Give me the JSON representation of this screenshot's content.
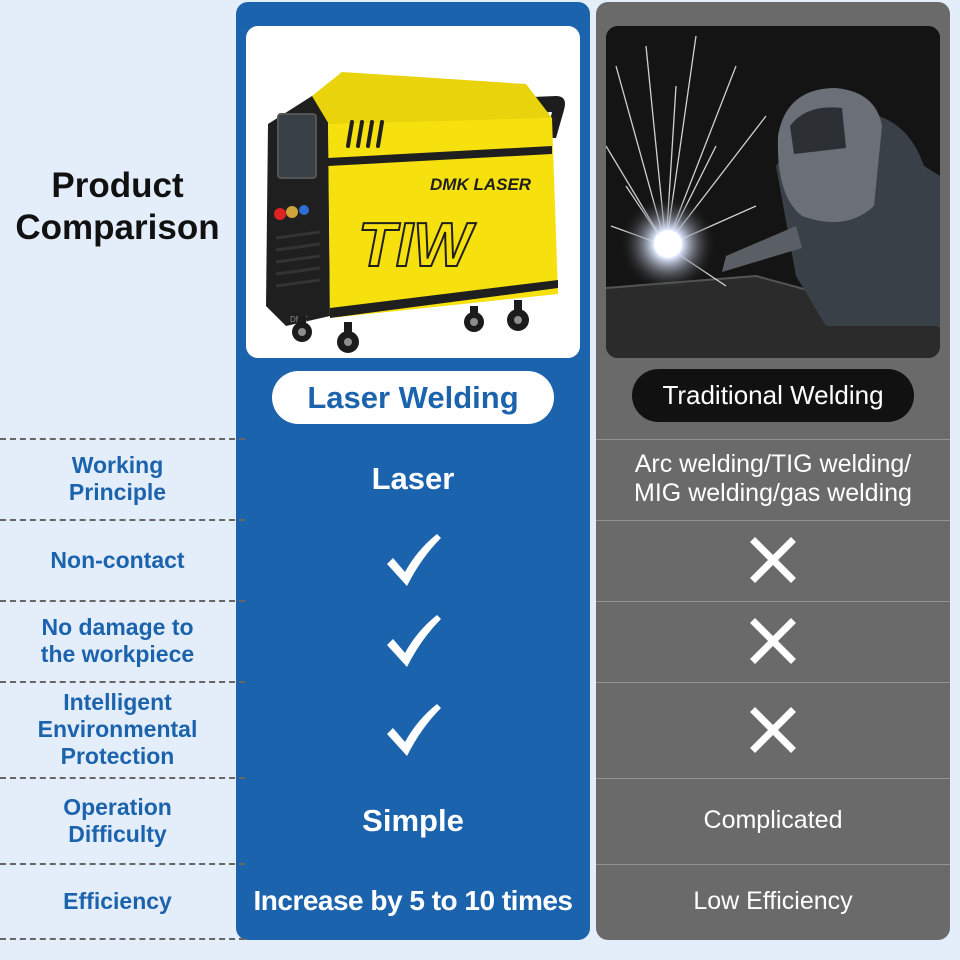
{
  "title": {
    "line1": "Product",
    "line2": "Comparison"
  },
  "columns": {
    "laser": {
      "label": "Laser Welding",
      "machine_brand": "DMK LASER",
      "machine_plate": "TIW",
      "machine_tag": "DMK"
    },
    "traditional": {
      "label": "Traditional Welding"
    }
  },
  "rows": [
    {
      "label": "Working Principle",
      "laser": "Laser",
      "traditional": "Arc welding/TIG welding/ MIG welding/gas welding"
    },
    {
      "label": "Non-contact",
      "laser_icon": "check-icon",
      "traditional_icon": "cross-icon"
    },
    {
      "label": "No damage to the workpiece",
      "laser_icon": "check-icon",
      "traditional_icon": "cross-icon"
    },
    {
      "label": "Intelligent Environmental Protection",
      "laser_icon": "check-icon",
      "traditional_icon": "cross-icon"
    },
    {
      "label": "Operation Difficulty",
      "laser": "Simple",
      "traditional": "Complicated"
    },
    {
      "label": "Efficiency",
      "laser": "Increase by 5 to 10 times",
      "traditional": "Low Efficiency"
    }
  ],
  "colors": {
    "background": "#e4eefb",
    "laser_column": "#1c63ad",
    "traditional_column": "#6a6a6a",
    "label_text": "#1c63ad",
    "machine_yellow": "#f6e10f"
  }
}
